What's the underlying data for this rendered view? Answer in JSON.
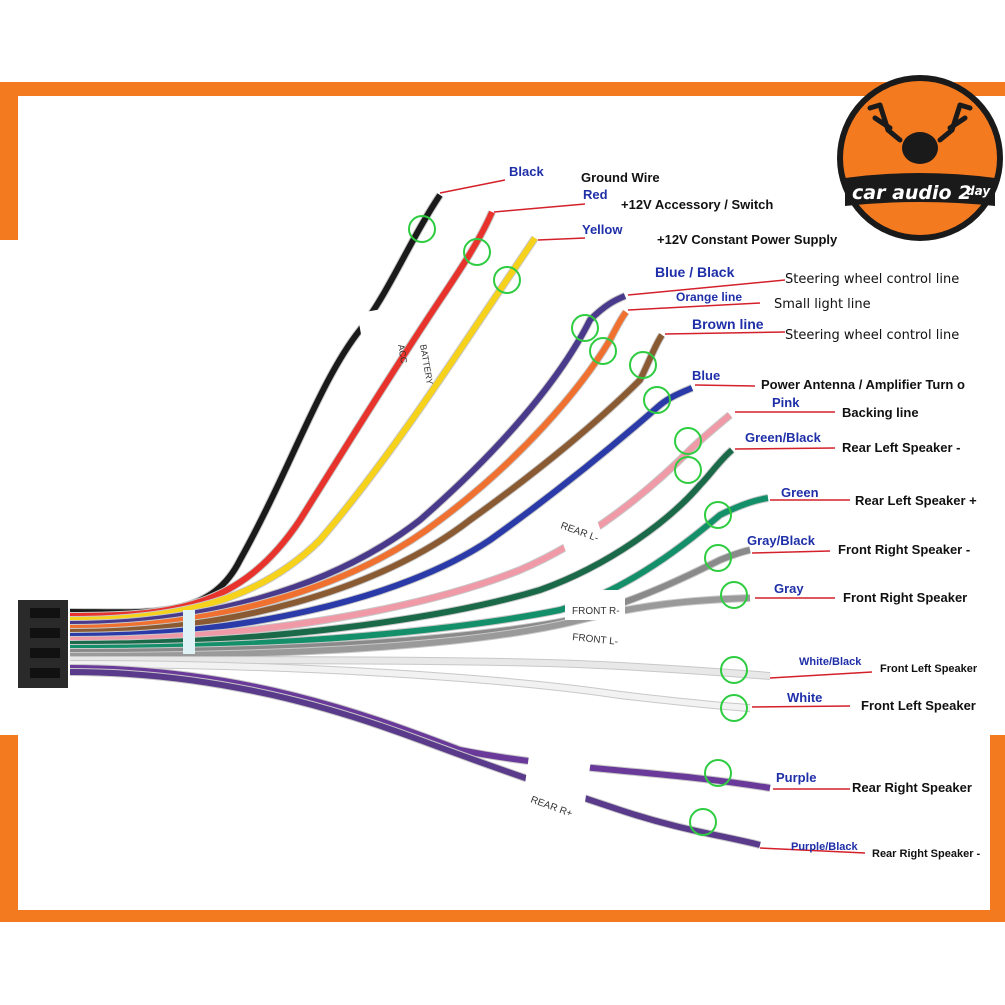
{
  "logo": {
    "text": "car audio 2",
    "superscript": "day"
  },
  "colors": {
    "frame_orange": "#f47a20",
    "label_color_text": "#1f2fa8",
    "leader_line": "#d4202a",
    "circle_marker": "#2ecc40"
  },
  "wires": [
    {
      "color_name": "Black",
      "function": "Ground Wire",
      "wire_color": "#1a1a1a"
    },
    {
      "color_name": "Red",
      "function": "+12V  Accessory / Switch",
      "wire_color": "#e8322c"
    },
    {
      "color_name": "Yellow",
      "function": "+12V Constant Power Supply",
      "wire_color": "#f6d21a"
    },
    {
      "color_name": "Blue  / Black",
      "function": "Steering wheel control line",
      "wire_color": "#4a3a8c"
    },
    {
      "color_name": "Orange line",
      "function": "Small light line",
      "wire_color": "#f07030"
    },
    {
      "color_name": "Brown line",
      "function": "Steering wheel control line",
      "wire_color": "#8a5a32"
    },
    {
      "color_name": "Blue",
      "function": "Power Antenna / Amplifier Turn o",
      "wire_color": "#2a3aa8"
    },
    {
      "color_name": "Pink",
      "function": "Backing line",
      "wire_color": "#f09aa8"
    },
    {
      "color_name": "Green/Black",
      "function": "Rear Left Speaker -",
      "wire_color": "#1a6a4a"
    },
    {
      "color_name": "Green",
      "function": "Rear Left Speaker +",
      "wire_color": "#13906a"
    },
    {
      "color_name": "Gray/Black",
      "function": "Front Right Speaker -",
      "wire_color": "#8a8a8a"
    },
    {
      "color_name": "Gray",
      "function": "Front Right Speaker",
      "wire_color": "#9a9a9a"
    },
    {
      "color_name": "White/Black",
      "function": "Front Left Speaker",
      "wire_color": "#e8e8e8"
    },
    {
      "color_name": "White",
      "function": "Front Left Speaker",
      "wire_color": "#f2f2f2"
    },
    {
      "color_name": "Purple",
      "function": "Rear Right Speaker",
      "wire_color": "#6a3a9a"
    },
    {
      "color_name": "Purple/Black",
      "function": "Rear Right Speaker -",
      "wire_color": "#5a3a8a"
    }
  ],
  "tags": {
    "acc": "ACC",
    "battery": "BATTERY",
    "rear_l": "REAR L-",
    "front_r": "FRONT R-",
    "front_l": "FRONT L-",
    "rear_r": "REAR R+"
  }
}
